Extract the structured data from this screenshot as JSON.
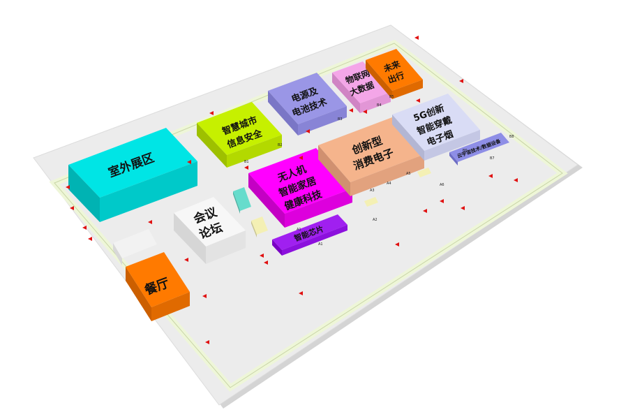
{
  "zones": {
    "outdoor": "室外展区",
    "forum": [
      "会议",
      "论坛"
    ],
    "restaurant": "餐厅",
    "smart_city": [
      "智慧城市",
      "信息安全"
    ],
    "power": [
      "电源及",
      "电池技术"
    ],
    "iot": [
      "物联网",
      "大数据"
    ],
    "future": [
      "未来",
      "出行"
    ],
    "drone": [
      "无人机",
      "智能家居",
      "健康科技"
    ],
    "consumer": [
      "创新型",
      "消费电子"
    ],
    "fiveg": [
      "5G创新",
      "智能穿戴",
      "电子烟"
    ],
    "chip": "智能芯片",
    "cloud": "云宇宙技术/数据设备"
  },
  "codes": {
    "B1": "B1",
    "B2": "B2",
    "B3": "B3",
    "B4": "B4",
    "B5": "B5",
    "B6": "B6",
    "B7": "B7",
    "B8": "B8",
    "A1": "A1",
    "A2": "A2",
    "A3": "A3",
    "A4": "A4",
    "A5": "A5",
    "A6": "A6"
  },
  "colors": {
    "floor": "#ececec",
    "outdoor": "#00e5e5",
    "forum": "#f4f4f4",
    "restaurant": "#ff7a00",
    "restaurant_top": "#f2f2f2",
    "smart_city": "#c6f000",
    "power": "#9a96e6",
    "iot": "#f4a6e8",
    "future": "#ff7a00",
    "drone": "#ff00ff",
    "consumer": "#f5b48c",
    "fiveg": "#d9dcf5",
    "chip": "#a020f0",
    "cloud": "#8e8ee6",
    "arrow": "#e01010",
    "path": "#eef6d8"
  }
}
